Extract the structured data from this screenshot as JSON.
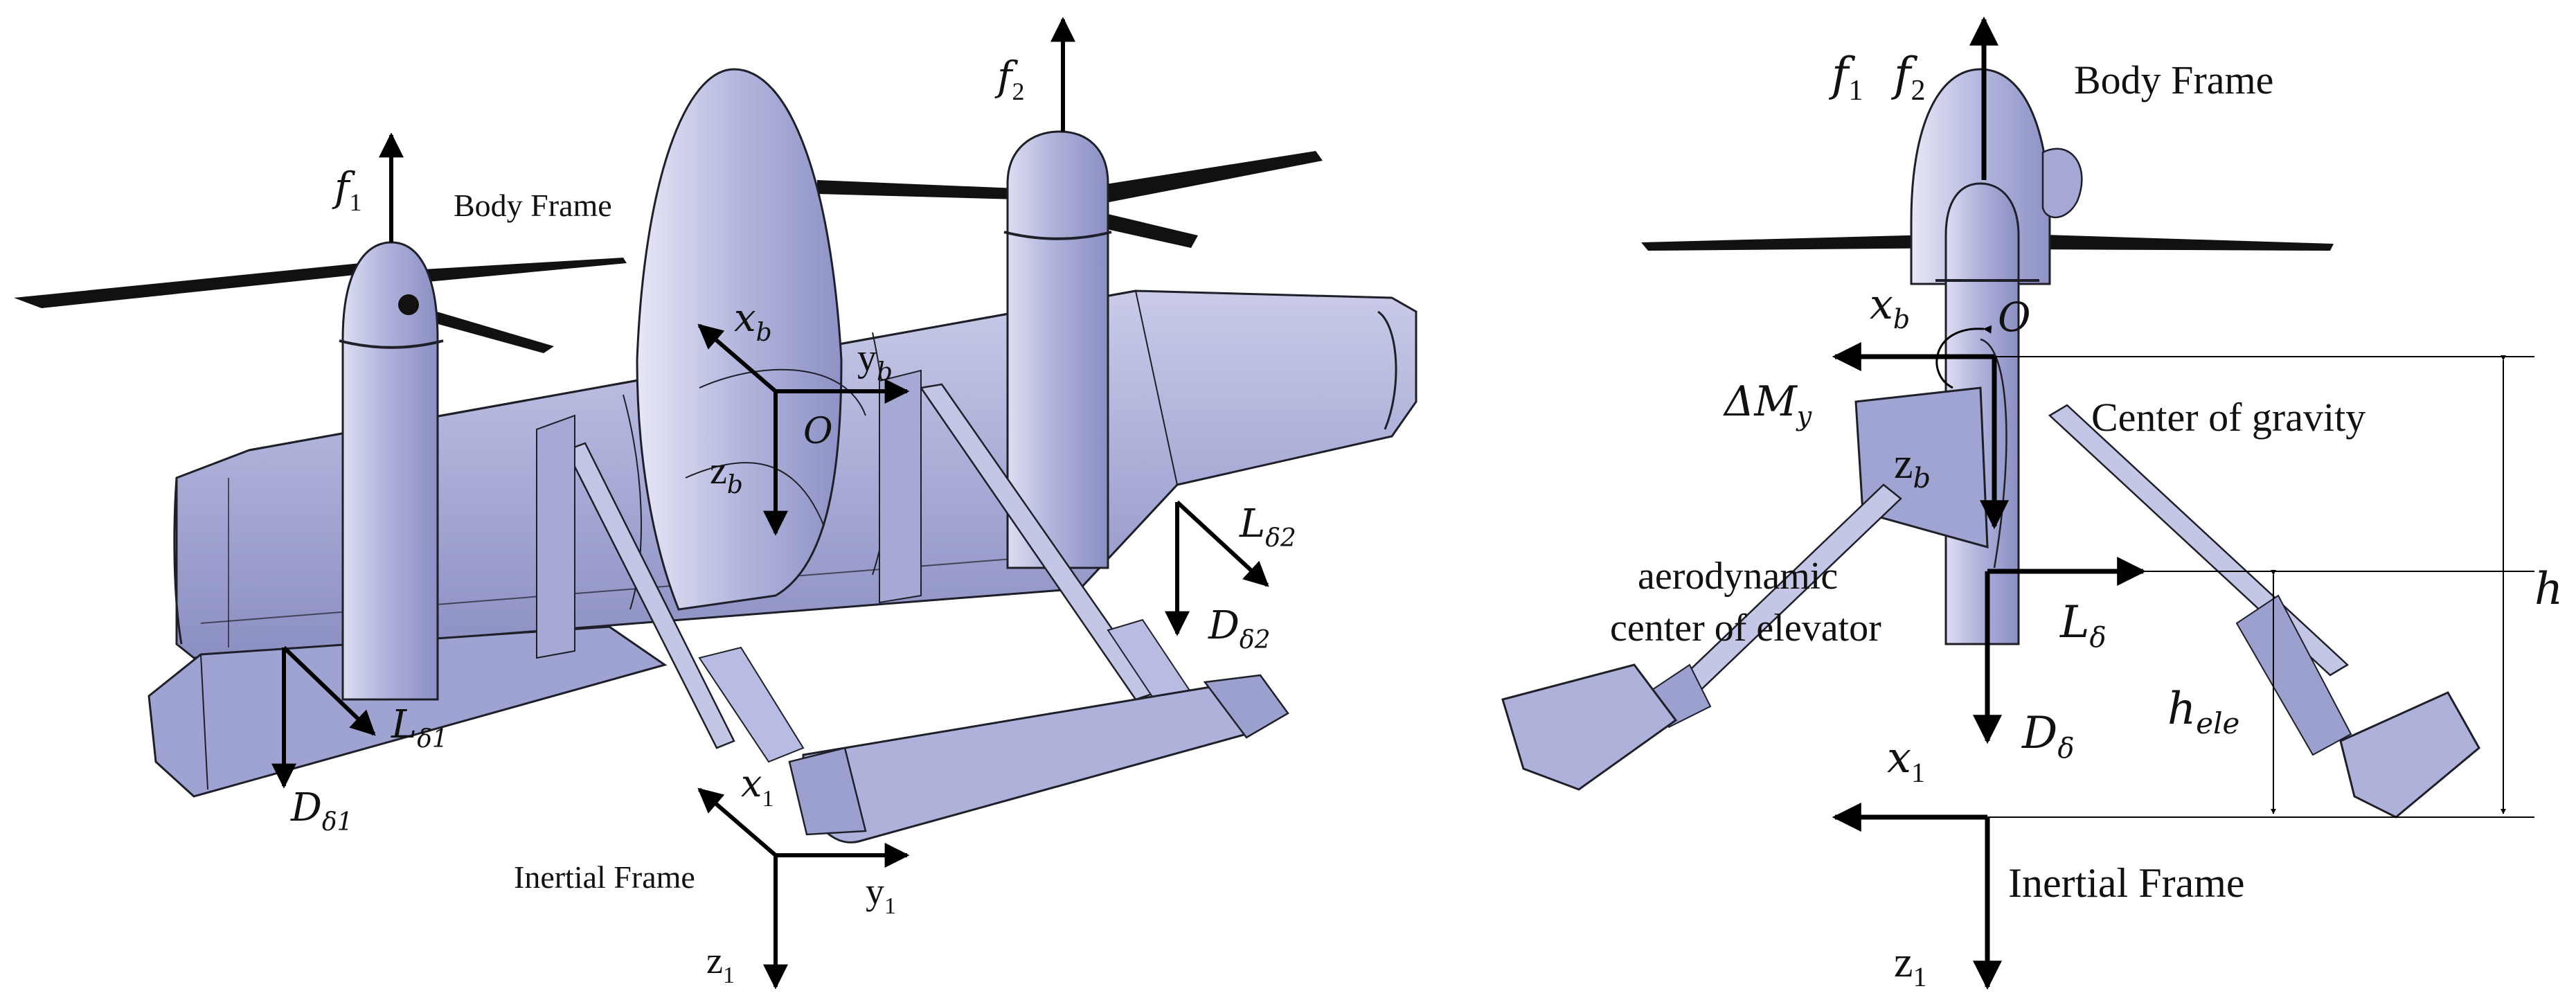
{
  "colors": {
    "body_fill": "#a9acd6",
    "body_light": "#d6d8ef",
    "body_dark": "#7f83b8",
    "outline": "#1f1f2a",
    "propeller": "#111111",
    "arrow": "#000000"
  },
  "left_view": {
    "body_frame": "Body Frame",
    "inertial_frame": "Inertial Frame",
    "f1": {
      "main": "f",
      "sub": "1"
    },
    "f2": {
      "main": "f",
      "sub": "2"
    },
    "xb": {
      "main": "x",
      "sub": "b"
    },
    "yb": {
      "main": "y",
      "sub": "b"
    },
    "zb": {
      "main": "z",
      "sub": "b"
    },
    "origin": "O",
    "L_d1": {
      "main": "L",
      "sub": "δ1"
    },
    "D_d1": {
      "main": "D",
      "sub": "δ1"
    },
    "L_d2": {
      "main": "L",
      "sub": "δ2"
    },
    "D_d2": {
      "main": "D",
      "sub": "δ2"
    },
    "x1": {
      "main": "x",
      "sub": "1"
    },
    "y1": {
      "main": "y",
      "sub": "1"
    },
    "z1": {
      "main": "z",
      "sub": "1"
    }
  },
  "right_view": {
    "f1": {
      "main": "f",
      "sub": "1"
    },
    "f2": {
      "main": "f",
      "sub": "2"
    },
    "body_frame": "Body Frame",
    "xb": {
      "main": "x",
      "sub": "b"
    },
    "origin": "O",
    "delta_my": {
      "main": "ΔM",
      "sub": "y"
    },
    "center_of_gravity": "Center of gravity",
    "zb": {
      "main": "z",
      "sub": "b"
    },
    "aero_line1": "aerodynamic",
    "aero_line2": "center of elevator",
    "L_d": {
      "main": "L",
      "sub": "δ"
    },
    "h": "h",
    "D_d": {
      "main": "D",
      "sub": "δ"
    },
    "h_ele": {
      "main": "h",
      "sub": "ele"
    },
    "x1": {
      "main": "x",
      "sub": "1"
    },
    "inertial_frame": "Inertial Frame",
    "z1": {
      "main": "z",
      "sub": "1"
    }
  }
}
